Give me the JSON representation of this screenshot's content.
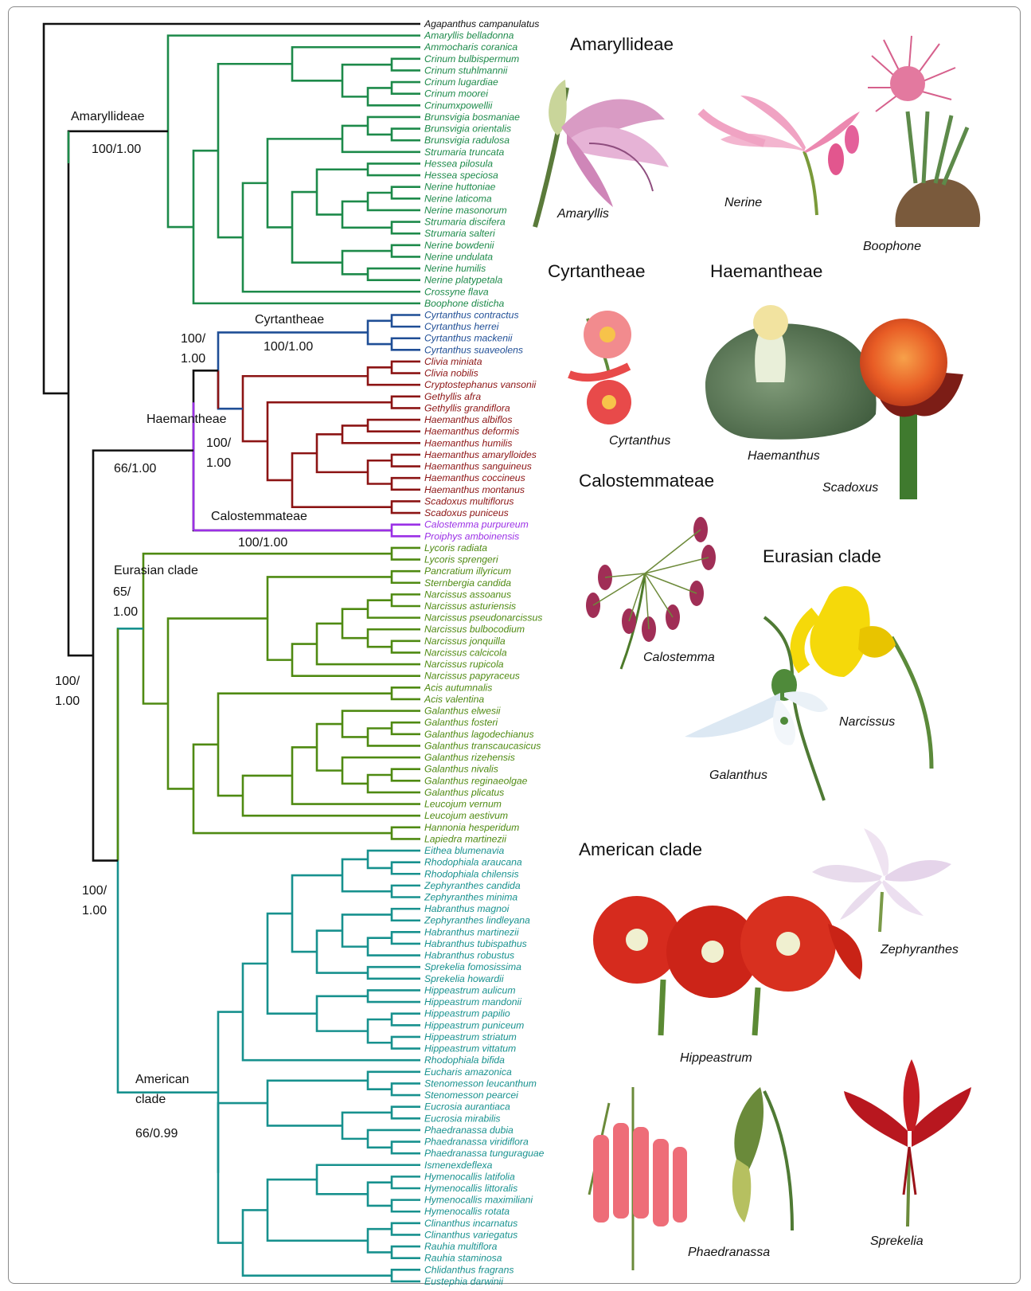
{
  "colors": {
    "root": "#111111",
    "amaryllideae": "#1d8a4a",
    "cyrtantheae": "#1f4e96",
    "haemantheae": "#8c1414",
    "calostemmateae": "#9b30e6",
    "eurasian": "#4f8a12",
    "american": "#17918e"
  },
  "taxa": [
    {
      "name": "Agapanthus campanulatus",
      "clade": "root"
    },
    {
      "name": "Amaryllis belladonna",
      "clade": "amaryllideae"
    },
    {
      "name": "Ammocharis coranica",
      "clade": "amaryllideae"
    },
    {
      "name": "Crinum bulbispermum",
      "clade": "amaryllideae"
    },
    {
      "name": "Crinum stuhlmannii",
      "clade": "amaryllideae"
    },
    {
      "name": "Crinum lugardiae",
      "clade": "amaryllideae"
    },
    {
      "name": "Crinum moorei",
      "clade": "amaryllideae"
    },
    {
      "name": "Crinumxpowellii",
      "clade": "amaryllideae"
    },
    {
      "name": "Brunsvigia bosmaniae",
      "clade": "amaryllideae"
    },
    {
      "name": "Brunsvigia orientalis",
      "clade": "amaryllideae"
    },
    {
      "name": "Brunsvigia radulosa",
      "clade": "amaryllideae"
    },
    {
      "name": "Strumaria truncata",
      "clade": "amaryllideae"
    },
    {
      "name": "Hessea pilosula",
      "clade": "amaryllideae"
    },
    {
      "name": "Hessea speciosa",
      "clade": "amaryllideae"
    },
    {
      "name": "Nerine huttoniae",
      "clade": "amaryllideae"
    },
    {
      "name": "Nerine laticoma",
      "clade": "amaryllideae"
    },
    {
      "name": "Nerine masonorum",
      "clade": "amaryllideae"
    },
    {
      "name": "Strumaria discifera",
      "clade": "amaryllideae"
    },
    {
      "name": "Strumaria salteri",
      "clade": "amaryllideae"
    },
    {
      "name": "Nerine bowdenii",
      "clade": "amaryllideae"
    },
    {
      "name": "Nerine undulata",
      "clade": "amaryllideae"
    },
    {
      "name": "Nerine humilis",
      "clade": "amaryllideae"
    },
    {
      "name": "Nerine platypetala",
      "clade": "amaryllideae"
    },
    {
      "name": "Crossyne flava",
      "clade": "amaryllideae"
    },
    {
      "name": "Boophone disticha",
      "clade": "amaryllideae"
    },
    {
      "name": "Cyrtanthus contractus",
      "clade": "cyrtantheae"
    },
    {
      "name": "Cyrtanthus herrei",
      "clade": "cyrtantheae"
    },
    {
      "name": "Cyrtanthus mackenii",
      "clade": "cyrtantheae"
    },
    {
      "name": "Cyrtanthus suaveolens",
      "clade": "cyrtantheae"
    },
    {
      "name": "Clivia miniata",
      "clade": "haemantheae"
    },
    {
      "name": "Clivia nobilis",
      "clade": "haemantheae"
    },
    {
      "name": "Cryptostephanus vansonii",
      "clade": "haemantheae"
    },
    {
      "name": "Gethyllis afra",
      "clade": "haemantheae"
    },
    {
      "name": "Gethyllis grandiflora",
      "clade": "haemantheae"
    },
    {
      "name": "Haemanthus albiflos",
      "clade": "haemantheae"
    },
    {
      "name": "Haemanthus deformis",
      "clade": "haemantheae"
    },
    {
      "name": "Haemanthus humilis",
      "clade": "haemantheae"
    },
    {
      "name": "Haemanthus amarylloides",
      "clade": "haemantheae"
    },
    {
      "name": "Haemanthus sanguineus",
      "clade": "haemantheae"
    },
    {
      "name": "Haemanthus coccineus",
      "clade": "haemantheae"
    },
    {
      "name": "Haemanthus montanus",
      "clade": "haemantheae"
    },
    {
      "name": "Scadoxus multiflorus",
      "clade": "haemantheae"
    },
    {
      "name": "Scadoxus puniceus",
      "clade": "haemantheae"
    },
    {
      "name": "Calostemma purpureum",
      "clade": "calostemmateae"
    },
    {
      "name": "Proiphys amboinensis",
      "clade": "calostemmateae"
    },
    {
      "name": "Lycoris radiata",
      "clade": "eurasian"
    },
    {
      "name": "Lycoris sprengeri",
      "clade": "eurasian"
    },
    {
      "name": "Pancratium illyricum",
      "clade": "eurasian"
    },
    {
      "name": "Sternbergia candida",
      "clade": "eurasian"
    },
    {
      "name": "Narcissus assoanus",
      "clade": "eurasian"
    },
    {
      "name": "Narcissus asturiensis",
      "clade": "eurasian"
    },
    {
      "name": "Narcissus pseudonarcissus",
      "clade": "eurasian"
    },
    {
      "name": "Narcissus bulbocodium",
      "clade": "eurasian"
    },
    {
      "name": "Narcissus jonquilla",
      "clade": "eurasian"
    },
    {
      "name": "Narcissus calcicola",
      "clade": "eurasian"
    },
    {
      "name": "Narcissus rupicola",
      "clade": "eurasian"
    },
    {
      "name": "Narcissus papyraceus",
      "clade": "eurasian"
    },
    {
      "name": "Acis autumnalis",
      "clade": "eurasian"
    },
    {
      "name": "Acis valentina",
      "clade": "eurasian"
    },
    {
      "name": "Galanthus elwesii",
      "clade": "eurasian"
    },
    {
      "name": "Galanthus fosteri",
      "clade": "eurasian"
    },
    {
      "name": "Galanthus lagodechianus",
      "clade": "eurasian"
    },
    {
      "name": "Galanthus transcaucasicus",
      "clade": "eurasian"
    },
    {
      "name": "Galanthus rizehensis",
      "clade": "eurasian"
    },
    {
      "name": "Galanthus nivalis",
      "clade": "eurasian"
    },
    {
      "name": "Galanthus reginaeolgae",
      "clade": "eurasian"
    },
    {
      "name": "Galanthus plicatus",
      "clade": "eurasian"
    },
    {
      "name": "Leucojum vernum",
      "clade": "eurasian"
    },
    {
      "name": "Leucojum aestivum",
      "clade": "eurasian"
    },
    {
      "name": "Hannonia hesperidum",
      "clade": "eurasian"
    },
    {
      "name": "Lapiedra martinezii",
      "clade": "eurasian"
    },
    {
      "name": "Eithea blumenavia",
      "clade": "american"
    },
    {
      "name": "Rhodophiala araucana",
      "clade": "american"
    },
    {
      "name": "Rhodophiala chilensis",
      "clade": "american"
    },
    {
      "name": "Zephyranthes candida",
      "clade": "american"
    },
    {
      "name": "Zephyranthes minima",
      "clade": "american"
    },
    {
      "name": "Habranthus magnoi",
      "clade": "american"
    },
    {
      "name": "Zephyranthes lindleyana",
      "clade": "american"
    },
    {
      "name": "Habranthus martinezii",
      "clade": "american"
    },
    {
      "name": "Habranthus tubispathus",
      "clade": "american"
    },
    {
      "name": "Habranthus robustus",
      "clade": "american"
    },
    {
      "name": "Sprekelia fomosissima",
      "clade": "american"
    },
    {
      "name": "Sprekelia howardii",
      "clade": "american"
    },
    {
      "name": "Hippeastrum aulicum",
      "clade": "american"
    },
    {
      "name": "Hippeastrum mandonii",
      "clade": "american"
    },
    {
      "name": "Hippeastrum papilio",
      "clade": "american"
    },
    {
      "name": "Hippeastrum puniceum",
      "clade": "american"
    },
    {
      "name": "Hippeastrum  striatum",
      "clade": "american"
    },
    {
      "name": "Hippeastrum vittatum",
      "clade": "american"
    },
    {
      "name": "Rhodophiala bifida",
      "clade": "american"
    },
    {
      "name": "Eucharis amazonica",
      "clade": "american"
    },
    {
      "name": "Stenomesson leucanthum",
      "clade": "american"
    },
    {
      "name": "Stenomesson pearcei",
      "clade": "american"
    },
    {
      "name": "Eucrosia aurantiaca",
      "clade": "american"
    },
    {
      "name": "Eucrosia mirabilis",
      "clade": "american"
    },
    {
      "name": "Phaedranassa dubia",
      "clade": "american"
    },
    {
      "name": "Phaedranassa viridiflora",
      "clade": "american"
    },
    {
      "name": "Phaedranassa tunguraguae",
      "clade": "american"
    },
    {
      "name": "Ismenexdeflexa",
      "clade": "american"
    },
    {
      "name": "Hymenocallis latifolia",
      "clade": "american"
    },
    {
      "name": "Hymenocallis littoralis",
      "clade": "american"
    },
    {
      "name": "Hymenocallis maximiliani",
      "clade": "american"
    },
    {
      "name": "Hymenocallis rotata",
      "clade": "american"
    },
    {
      "name": "Clinanthus incarnatus",
      "clade": "american"
    },
    {
      "name": "Clinanthus variegatus",
      "clade": "american"
    },
    {
      "name": "Rauhia multiflora",
      "clade": "american"
    },
    {
      "name": "Rauhia staminosa",
      "clade": "american"
    },
    {
      "name": "Chlidanthus fragrans",
      "clade": "american"
    },
    {
      "name": "Eustephia darwinii",
      "clade": "american"
    }
  ],
  "clade_labels": [
    {
      "id": "amaryllideae",
      "name": "Amaryllideae",
      "support": "100/1.00"
    },
    {
      "id": "cyrtantheae",
      "name": "Cyrtantheae",
      "support": "100/1.00"
    },
    {
      "id": "cyrt-haem",
      "name": "",
      "support": "100/\n1.00"
    },
    {
      "id": "haemantheae",
      "name": "Haemantheae",
      "support": "100/\n1.00"
    },
    {
      "id": "african",
      "name": "",
      "support": "66/1.00"
    },
    {
      "id": "calostemmateae",
      "name": "Calostemmateae",
      "support": "100/1.00"
    },
    {
      "id": "eurasian",
      "name": "Eurasian clade",
      "support": "65/\n1.00"
    },
    {
      "id": "core",
      "name": "",
      "support": "100/\n1.00"
    },
    {
      "id": "eur-amer",
      "name": "",
      "support": "100/\n1.00"
    },
    {
      "id": "american",
      "name": "American\nclade",
      "support": "66/0.99"
    }
  ],
  "photo_headings": [
    "Amaryllideae",
    "Cyrtantheae",
    "Haemantheae",
    "Calostemmateae",
    "Eurasian clade",
    "American clade"
  ],
  "genus_captions": [
    "Amaryllis",
    "Nerine",
    "Boophone",
    "Cyrtanthus",
    "Haemanthus",
    "Scadoxus",
    "Calostemma",
    "Narcissus",
    "Galanthus",
    "Zephyranthes",
    "Hippeastrum",
    "Phaedranassa",
    "Sprekelia"
  ]
}
